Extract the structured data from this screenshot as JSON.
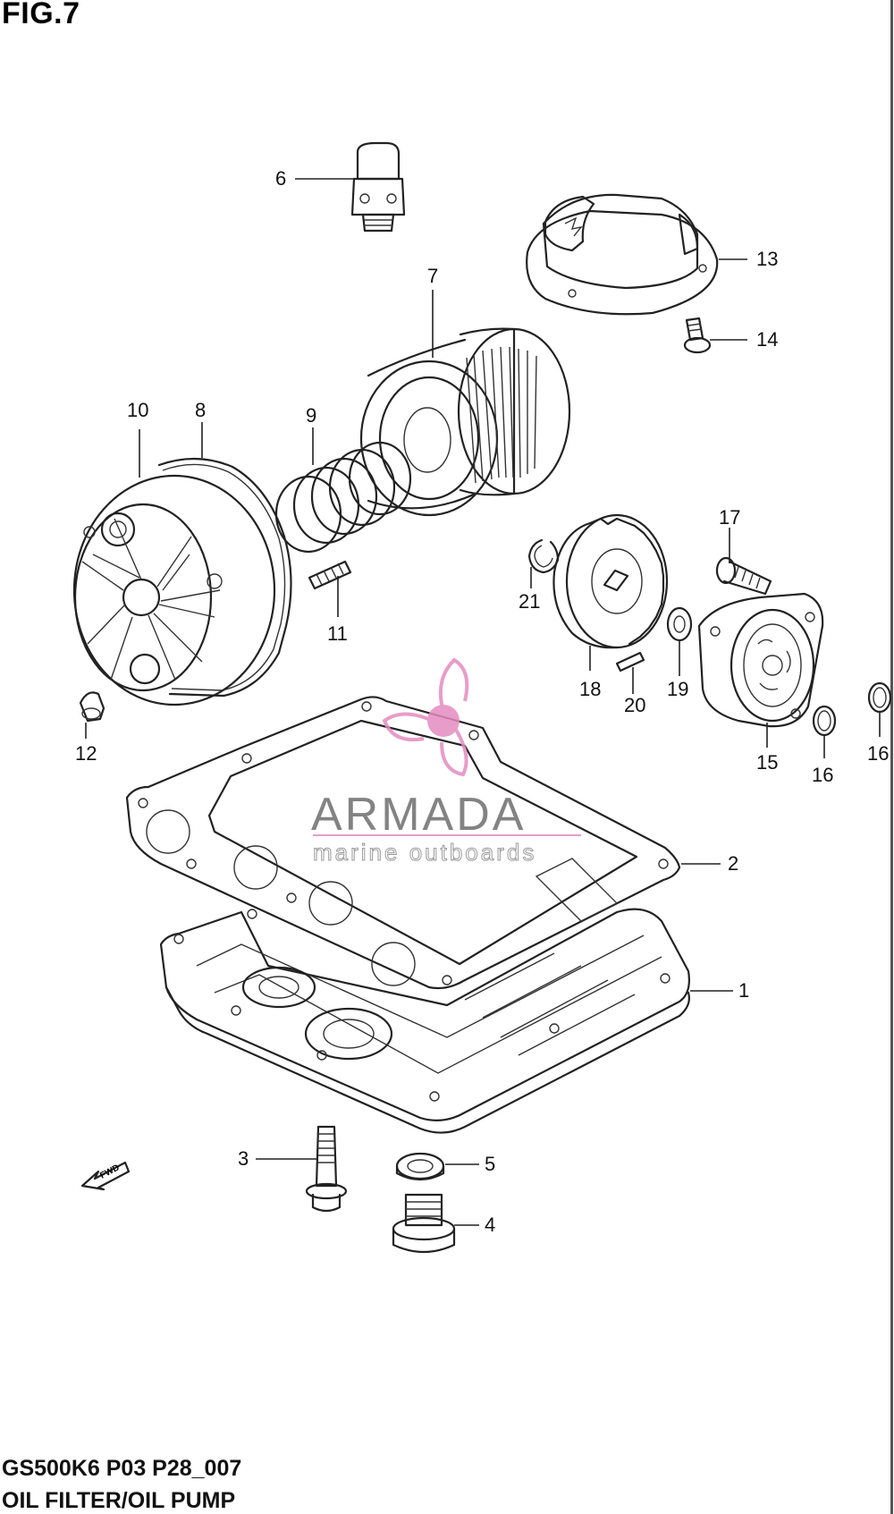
{
  "figure_title": "FIG.7",
  "footer": {
    "code": "GS500K6 P03 P28_007",
    "title": "OIL FILTER/OIL PUMP"
  },
  "watermark": {
    "brand": "ARMADA",
    "tagline": "marine outboards",
    "accent_color": "#e48bc0"
  },
  "callouts": {
    "c1": "1",
    "c2": "2",
    "c3": "3",
    "c4": "4",
    "c5": "5",
    "c6": "6",
    "c7": "7",
    "c8": "8",
    "c9": "9",
    "c10": "10",
    "c11": "11",
    "c12": "12",
    "c13": "13",
    "c14": "14",
    "c15": "15",
    "c16a": "16",
    "c16b": "16",
    "c17": "17",
    "c18": "18",
    "c19": "19",
    "c20": "20",
    "c21": "21"
  },
  "fwd_arrow_label": "FWD"
}
